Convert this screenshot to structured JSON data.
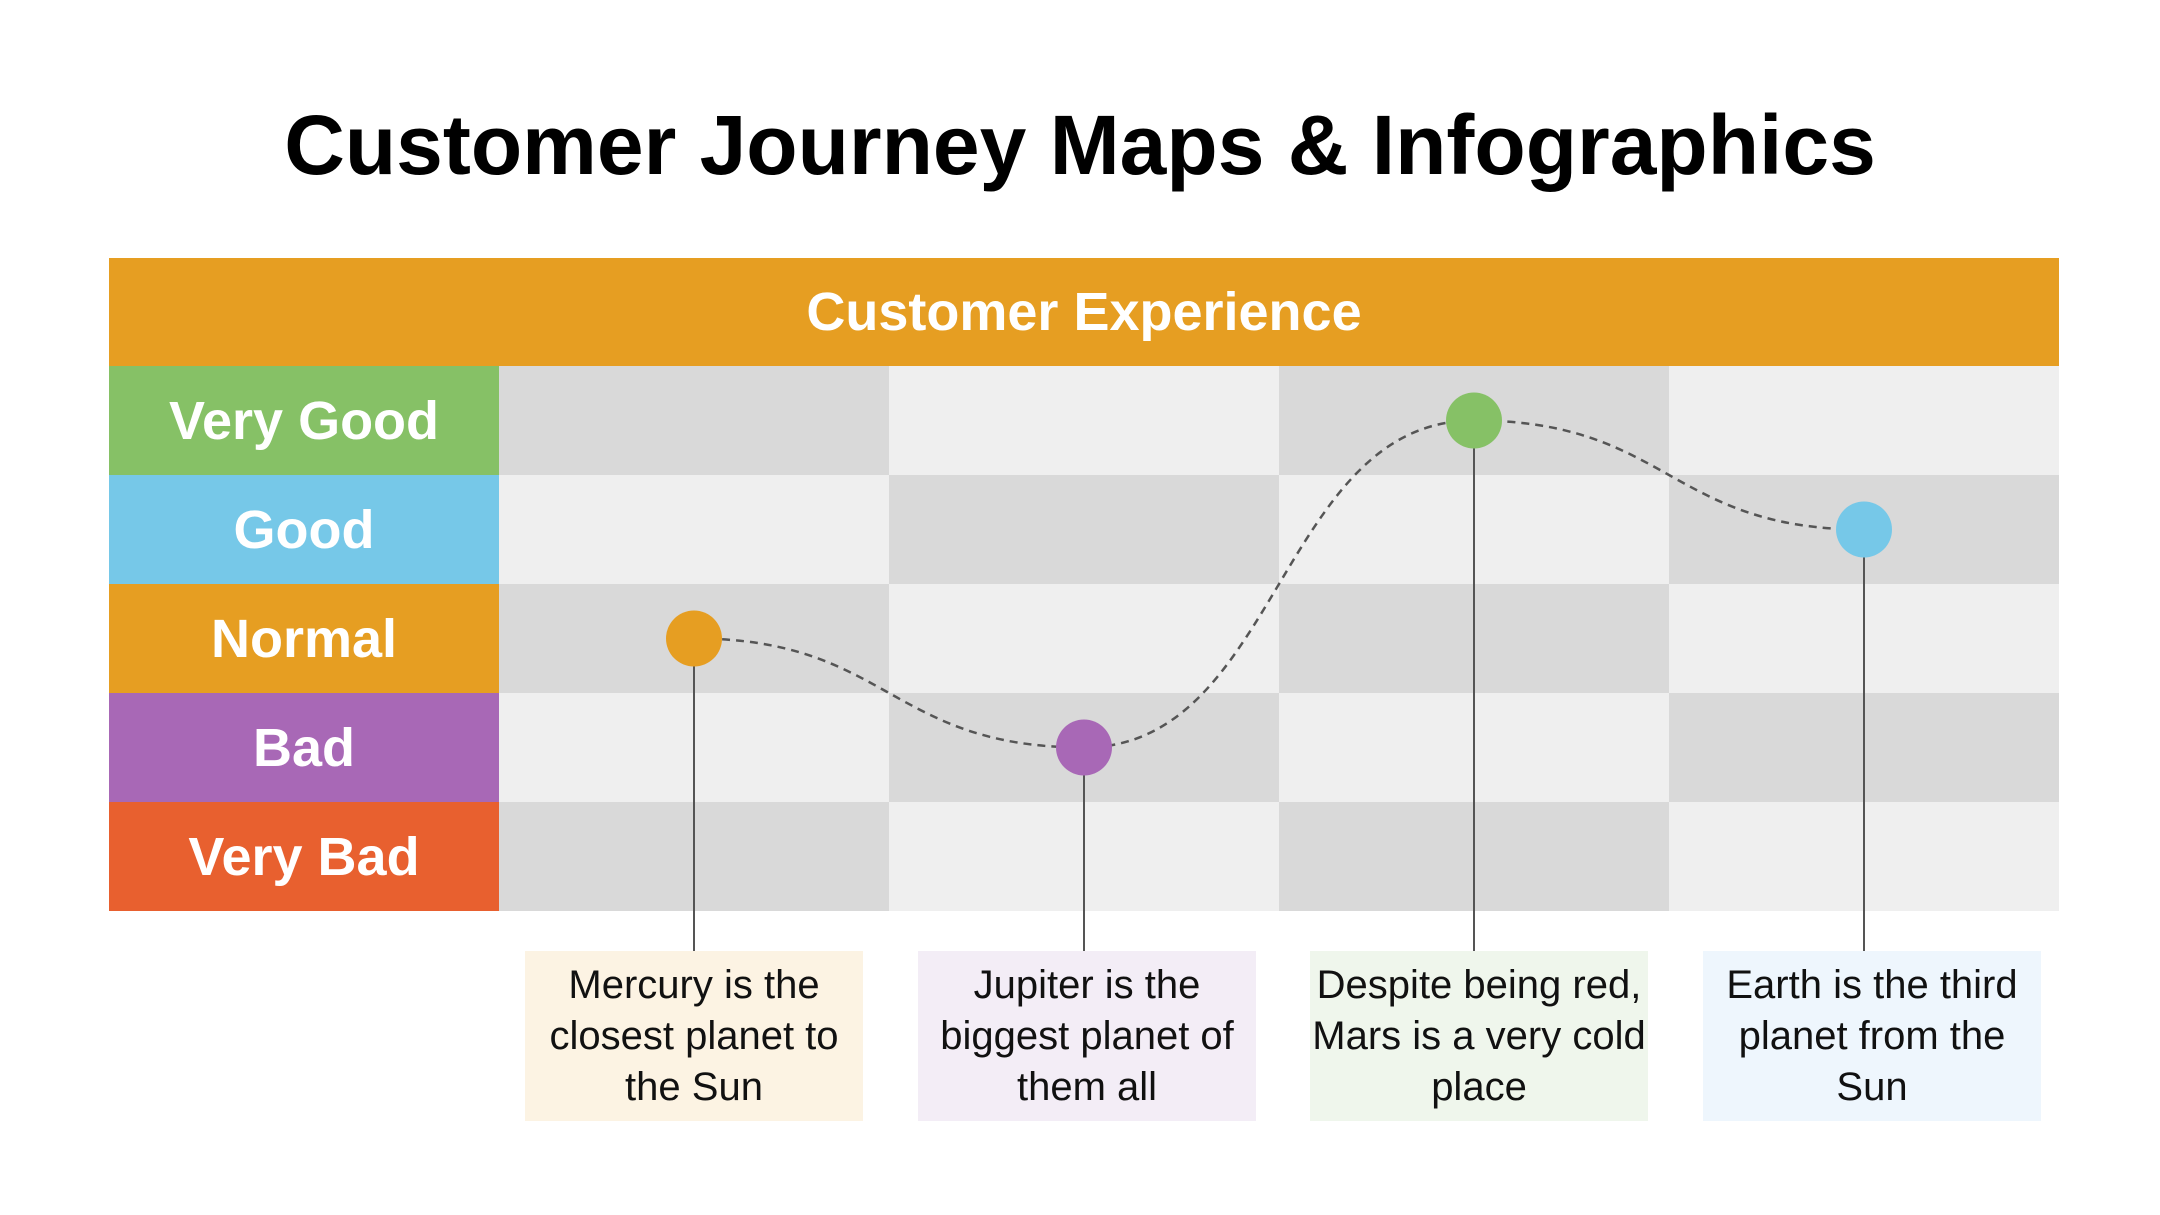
{
  "title": "Customer Journey Maps & Infographics",
  "header": {
    "label": "Customer Experience",
    "color": "#E69E22"
  },
  "rows": [
    {
      "label": "Very Good",
      "color": "#86C166"
    },
    {
      "label": "Good",
      "color": "#76C8E8"
    },
    {
      "label": "Normal",
      "color": "#E69E22"
    },
    {
      "label": "Bad",
      "color": "#A868B6"
    },
    {
      "label": "Very Bad",
      "color": "#E8602F"
    }
  ],
  "grid": {
    "dark": "#D9D9D9",
    "light": "#EFEFEF",
    "columns": 4
  },
  "points": [
    {
      "level": "Normal",
      "color": "#E69E22",
      "note": "Mercury is the closest planet to the Sun",
      "note_bg": "#FCF3E3"
    },
    {
      "level": "Bad",
      "color": "#A868B6",
      "note": "Jupiter is the biggest planet of them all",
      "note_bg": "#F3EDF6"
    },
    {
      "level": "Very Good",
      "color": "#86C166",
      "note": "Despite being red, Mars is a very cold place",
      "note_bg": "#EFF6EC"
    },
    {
      "level": "Good",
      "color": "#76C8E8",
      "note": "Earth is the third planet from the Sun",
      "note_bg": "#EEF6FD"
    }
  ]
}
